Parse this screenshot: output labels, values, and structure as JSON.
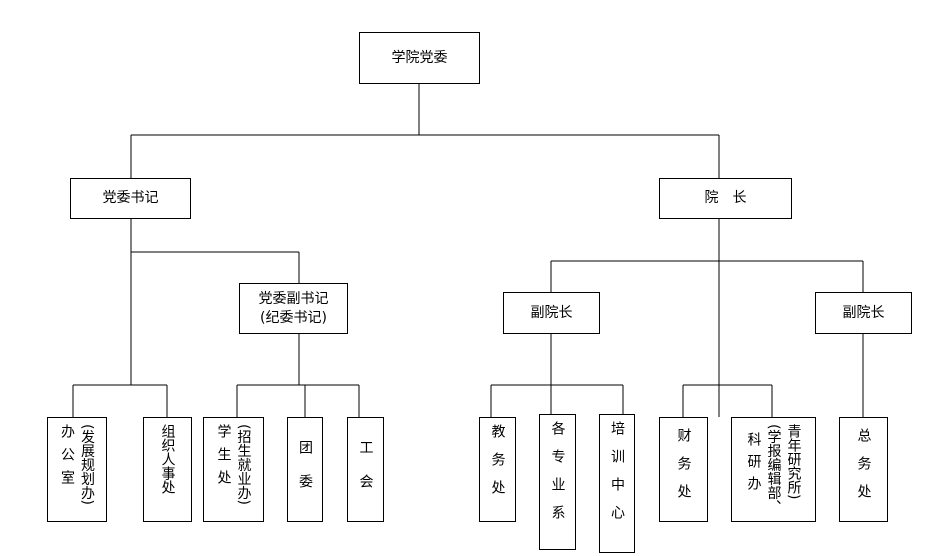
{
  "org_chart": {
    "root": "学院党委",
    "party_secretary": "党委书记",
    "president": "院　长",
    "deputy_party_secretary": {
      "line1": "党委副书记",
      "line2": "(纪委书记)"
    },
    "vice_president_1": "副院长",
    "vice_president_2": "副院长",
    "departments": {
      "office": {
        "main": "办公室",
        "sub": "(发展规划办)"
      },
      "organization": {
        "main": "组织人事处"
      },
      "student_affairs": {
        "main": "学生处",
        "sub": "(招生就业办)"
      },
      "youth_league": {
        "main": "团委"
      },
      "labor_union": {
        "main": "工会"
      },
      "academic_affairs": {
        "main": "教务处"
      },
      "specialty_departments": {
        "main": "各专业系"
      },
      "training_center": {
        "main": "培训中心"
      },
      "finance": {
        "main": "财务处"
      },
      "research_office": {
        "main": "科研办",
        "sub": "(学报编辑部、",
        "sub2": "青年研究所)"
      },
      "general_affairs": {
        "main": "总务处"
      }
    }
  }
}
